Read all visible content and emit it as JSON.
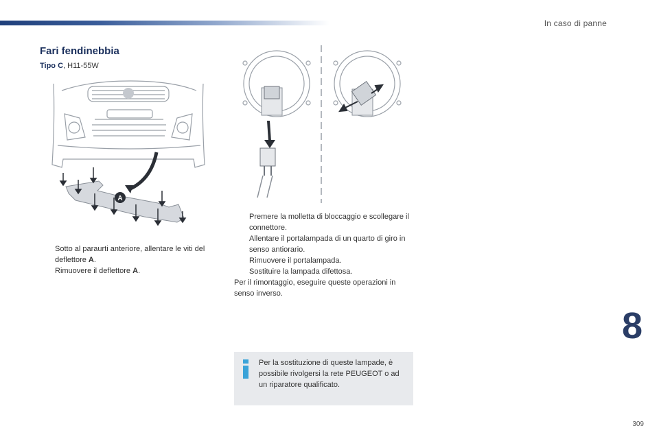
{
  "header": {
    "chapter_title": "In caso di panne"
  },
  "section": {
    "title": "Fari fendinebbia",
    "lamp_type_label": "Tipo C",
    "lamp_type_value": ", H11-55W"
  },
  "figure_car": {
    "callout_label": "A"
  },
  "steps_left": [
    {
      "bullet": "",
      "text_before": "Sotto al paraurti anteriore, allentare le viti del deflettore ",
      "bold": "A",
      "text_after": "."
    },
    {
      "bullet": "",
      "text_before": "Rimuovere il deflettore ",
      "bold": "A",
      "text_after": "."
    }
  ],
  "steps_right": [
    {
      "bullet": "",
      "text": "Premere la molletta di bloccaggio e scollegare il connettore."
    },
    {
      "bullet": "",
      "text": "Allentare il portalampada di un quarto di giro in senso antiorario."
    },
    {
      "bullet": "",
      "text": "Rimuovere il portalampada."
    },
    {
      "bullet": "",
      "text": "Sostituire la lampada difettosa."
    }
  ],
  "reassembly_note": "Per il rimontaggio, eseguire queste operazioni in senso inverso.",
  "info_box": {
    "icon": "info-icon",
    "text": "Per la sostituzione di queste lampade, è possibile rivolgersi la rete PEUGEOT o ad un riparatore qualificato.",
    "accent_color": "#3aa3d8"
  },
  "chapter_number": "8",
  "page_number": "309"
}
